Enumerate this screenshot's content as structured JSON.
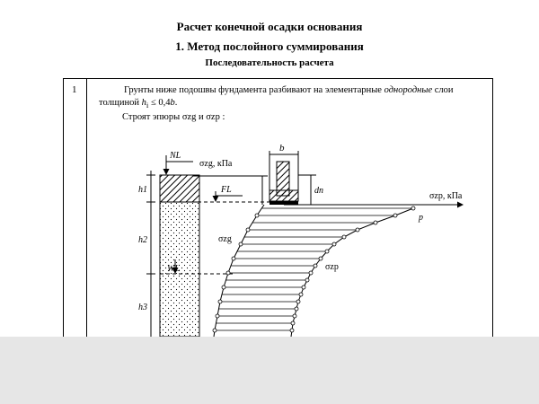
{
  "header": {
    "title": "Расчет конечной осадки основания",
    "subtitle": "1. Метод послойного суммирования",
    "section": "Последовательность расчета"
  },
  "step": {
    "number": "1",
    "line1_a": "Грунты ниже подошвы фундамента разбивают на элементарные ",
    "line1_b": "однородные",
    "line1_c": " слои",
    "line2_a": "толщиной ",
    "line2_b": "h",
    "line2_c": "i",
    "line2_d": " ≤ 0,4",
    "line2_e": "b",
    "line2_f": ".",
    "line3": "Строят эпюры σzg и σzp :"
  },
  "diagram": {
    "label_NL": "NL",
    "label_FL": "FL",
    "label_WL": "WL",
    "label_b": "b",
    "label_dn": "dn",
    "label_h1": "h1",
    "label_h2": "h2",
    "label_h3": "h3",
    "label_szg_axis": "σzg, кПа",
    "label_szp_axis": "σzp, кПа",
    "label_p": "p",
    "label_szg_curve": "σzg",
    "label_szp_curve": "σzp"
  }
}
